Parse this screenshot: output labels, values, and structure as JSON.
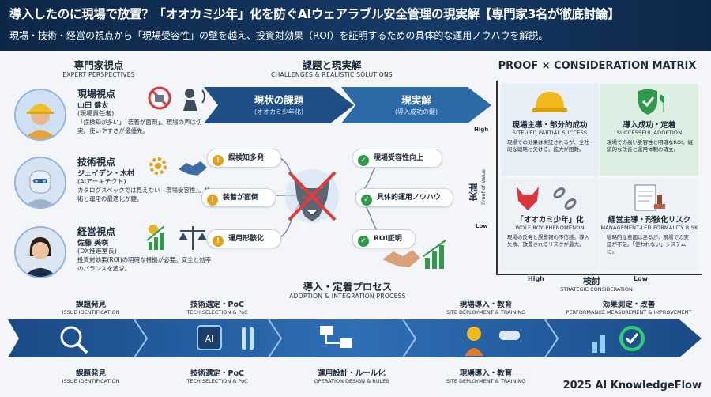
{
  "header": {
    "title": "導入したのに現場で放置？「オオカミ少年」化を防ぐAIウェアラブル安全管理の現実解【専門家3名が徹底討論】",
    "subtitle": "現場・技術・経営の視点から「現場受容性」の壁を越え、投資対効果（ROI）を証明するための具体的な運用ノウハウを解説。"
  },
  "experts": {
    "title": "専門家視点",
    "subtitle": "EXPERT PERSPECTIVES",
    "items": [
      {
        "role": "現場視点",
        "name": "山田 健太",
        "title": "(現場責任者)",
        "quote": "「誤検知が多い」「装着が面倒」。現場の声は切実。使いやすさが最優先。"
      },
      {
        "role": "技術視点",
        "name": "ジェイデン・木村",
        "title": "(AIアーキテクト)",
        "quote": "カタログスペックでは見えない「現場受容性」。技術と運用の最適化が鍵。"
      },
      {
        "role": "経営視点",
        "name": "佐藤 美咲",
        "title": "(DX推進室長)",
        "quote": "投資対効果(ROI)の明確な根拠が必要。安全と効率のバランスを追求。"
      }
    ]
  },
  "challenges": {
    "title": "課題と現実解",
    "subtitle": "CHALLENGES & REALISTIC SOLUTIONS",
    "problem_label": "現状の課題",
    "problem_sub": "(オオカミ少年化)",
    "solution_label": "現実解",
    "solution_sub": "(導入成功の鍵)",
    "issues": [
      "誤検知多発",
      "装着が面倒",
      "運用形骸化"
    ],
    "solutions": [
      "現場受容性向上",
      "具体的運用ノウハウ",
      "ROI証明"
    ]
  },
  "matrix": {
    "title": "PROOF × CONSIDERATION MATRIX",
    "y_label": "実証",
    "y_sub": "Proof of Value",
    "y_high": "High",
    "y_low": "Low",
    "x_label": "検討",
    "x_sub": "STRATEGIC CONSIDERATION",
    "x_high": "High",
    "x_low": "Low",
    "q1": {
      "title": "現場主導・部分的成功",
      "sub": "SITE-LED PARTIAL SUCCESS",
      "desc": "現場での効果は実証されるが、全社的な戦略に欠ける。拡大が困難。"
    },
    "q2": {
      "title": "導入成功・定着",
      "sub": "SUCCESSFUL ADOPTION",
      "desc": "現場での高い受容性と明確なROI。継続的な改善と運用体制の確立。"
    },
    "q3": {
      "title": "「オオカミ少年」化",
      "sub": "WOLF BOY PHENOMENON",
      "desc": "現場の反発と誤警報の不信感。導入失敗、放置されるリスクが最大。"
    },
    "q4": {
      "title": "経営主導・形骸化リスク",
      "sub": "MANAGEMENT-LED FORMALITY RISK",
      "desc": "戦略的な意図はあるが、現場での実証が不足。「使われない」システムに。"
    }
  },
  "process": {
    "title": "導入・定着プロセス",
    "subtitle": "ADOPTION & INTEGRATION PROCESS",
    "top_stages": [
      {
        "name": "課題発見",
        "sub": "ISSUE IDENTIFICATION"
      },
      {
        "name": "技術選定・PoC",
        "sub": "TECH SELECTION & PoC"
      },
      {
        "name": "現場導入・教育",
        "sub": "SITE DEPLOYMENT & TRAINING"
      },
      {
        "name": "効果測定・改善",
        "sub": "PERFORMANCE MEASUREMENT & IMPROVEMENT"
      }
    ],
    "bottom_stages": [
      {
        "name": "課題発見",
        "sub": "ISSUE IDENTIFICATION"
      },
      {
        "name": "技術選定・PoC",
        "sub": "TECH SELECTION & PoC"
      },
      {
        "name": "運用設計・ルール化",
        "sub": "OPERATION DESIGN & RULES"
      },
      {
        "name": "現場導入・教育",
        "sub": "SITE DEPLOYMENT & TRAINING"
      }
    ]
  },
  "footer": "2025 AI KnowledgeFlow"
}
